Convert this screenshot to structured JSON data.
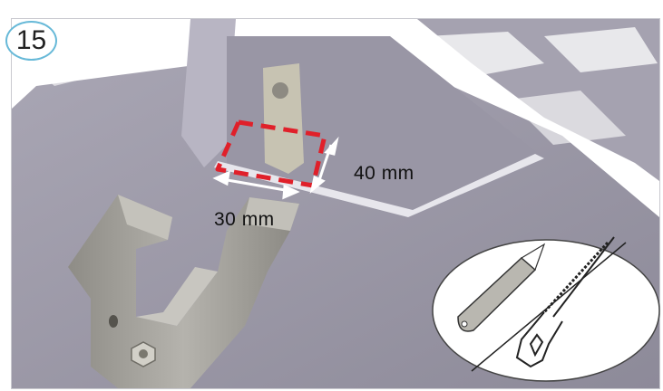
{
  "step": {
    "number": "15"
  },
  "dimensions": {
    "height_label": "40 mm",
    "width_label": "30 mm"
  },
  "colors": {
    "badge_border": "#67b9d8",
    "cut_outline": "#e0202a",
    "metal": "#9b98a6",
    "metal_dark": "#7f7c8a",
    "background": "#ffffff"
  },
  "tools": [
    "utility-knife-icon",
    "hacksaw-icon"
  ]
}
